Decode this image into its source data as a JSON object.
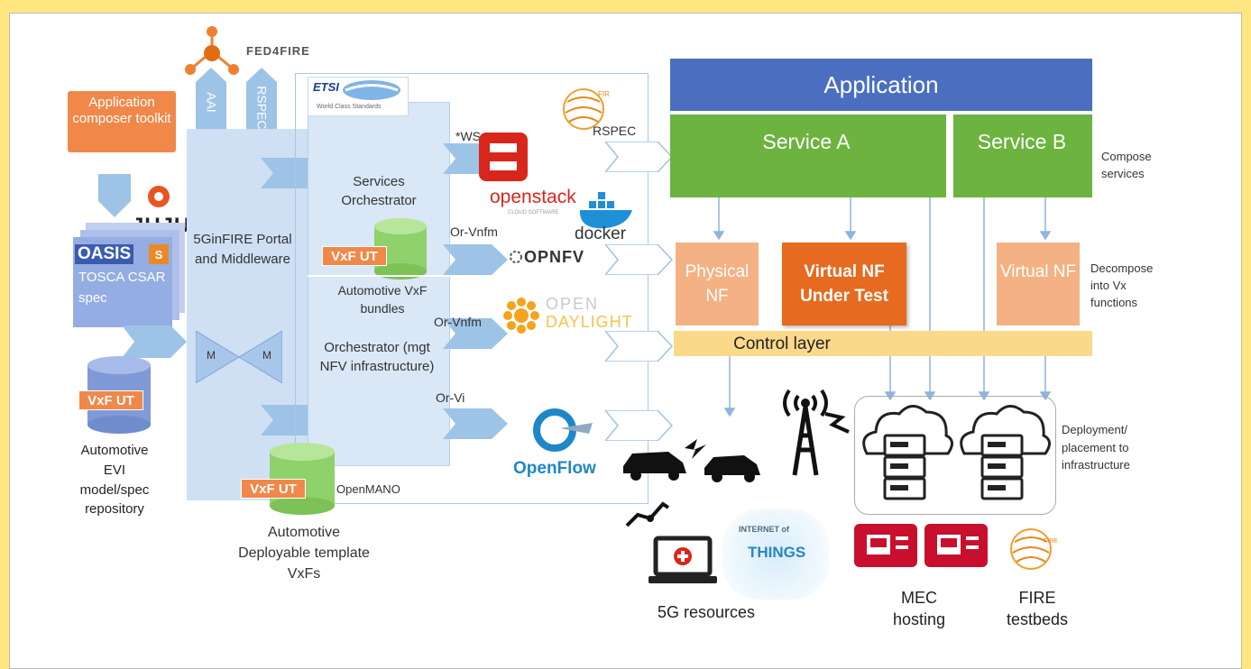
{
  "colors": {
    "page_bg": "#ffe680",
    "app_blue": "#4a6fc0",
    "service_green": "#6cb33f",
    "nf_light_orange": "#f4b183",
    "nf_orange": "#e66a1f",
    "control_yellow": "#fbd98a",
    "panel_blue": "#cfe0f4",
    "arrow_blue": "#9dc3e6",
    "cyl_green": "#8fd16a",
    "cyl_blue": "#7f9ad6"
  },
  "left": {
    "app_composer": "Application composer toolkit",
    "juju": "JUJU",
    "oasis": "OASIS",
    "tosca": "TOSCA CSAR spec",
    "vxf_ut_repo": "VxF UT",
    "repo_label": "Automotive EVI model/spec repository"
  },
  "fed4fire": {
    "logo": "FED4FIRE",
    "aai": "AAI",
    "rspec": "RSPEC"
  },
  "portal": {
    "title": "5GinFIRE Portal and Middleware",
    "m1": "M",
    "m2": "M"
  },
  "etsi": {
    "logo": "ETSI",
    "tagline": "World Class Standards"
  },
  "orchestration": {
    "services_orchestrator": "Services Orchestrator",
    "vxf_ut_bundles": "VxF UT",
    "bundles_label": "Automotive VxF bundles",
    "nfv_orchestrator": "Orchestrator (mgt NFV infrastructure)",
    "openmano": "OpenMANO",
    "vxf_ut_template": "VxF UT",
    "template_label": "Automotive Deployable template VxFs"
  },
  "interfaces": {
    "ws": "*WS",
    "rspec": "RSPEC",
    "or_vnfm_1": "Or-Vnfm",
    "or_vnfm_2": "Or-Vnfm",
    "or_vi": "Or-Vi"
  },
  "tech_logos": {
    "openstack": "openstack",
    "openstack_sub": "CLOUD SOFTWARE",
    "docker": "docker",
    "opnfv": "OPNFV",
    "open": "OPEN",
    "daylight": "DAYLIGHT",
    "openflow": "OpenFlow",
    "fire": "FIRE"
  },
  "stack": {
    "application": "Application",
    "service_a": "Service A",
    "service_b": "Service B",
    "compose": "Compose services",
    "physical_nf": "Physical NF",
    "virtual_nf_ut": "Virtual NF Under Test",
    "virtual_nf": "Virtual NF",
    "decompose": "Decompose into Vx functions",
    "control_layer": "Control layer",
    "deployment": "Deployment/ placement to infrastructure"
  },
  "bottom": {
    "iot_internet": "INTERNET of",
    "iot_things": "THINGS",
    "resources_5g": "5G resources",
    "mec": "MEC hosting",
    "fire_testbeds": "FIRE testbeds"
  }
}
